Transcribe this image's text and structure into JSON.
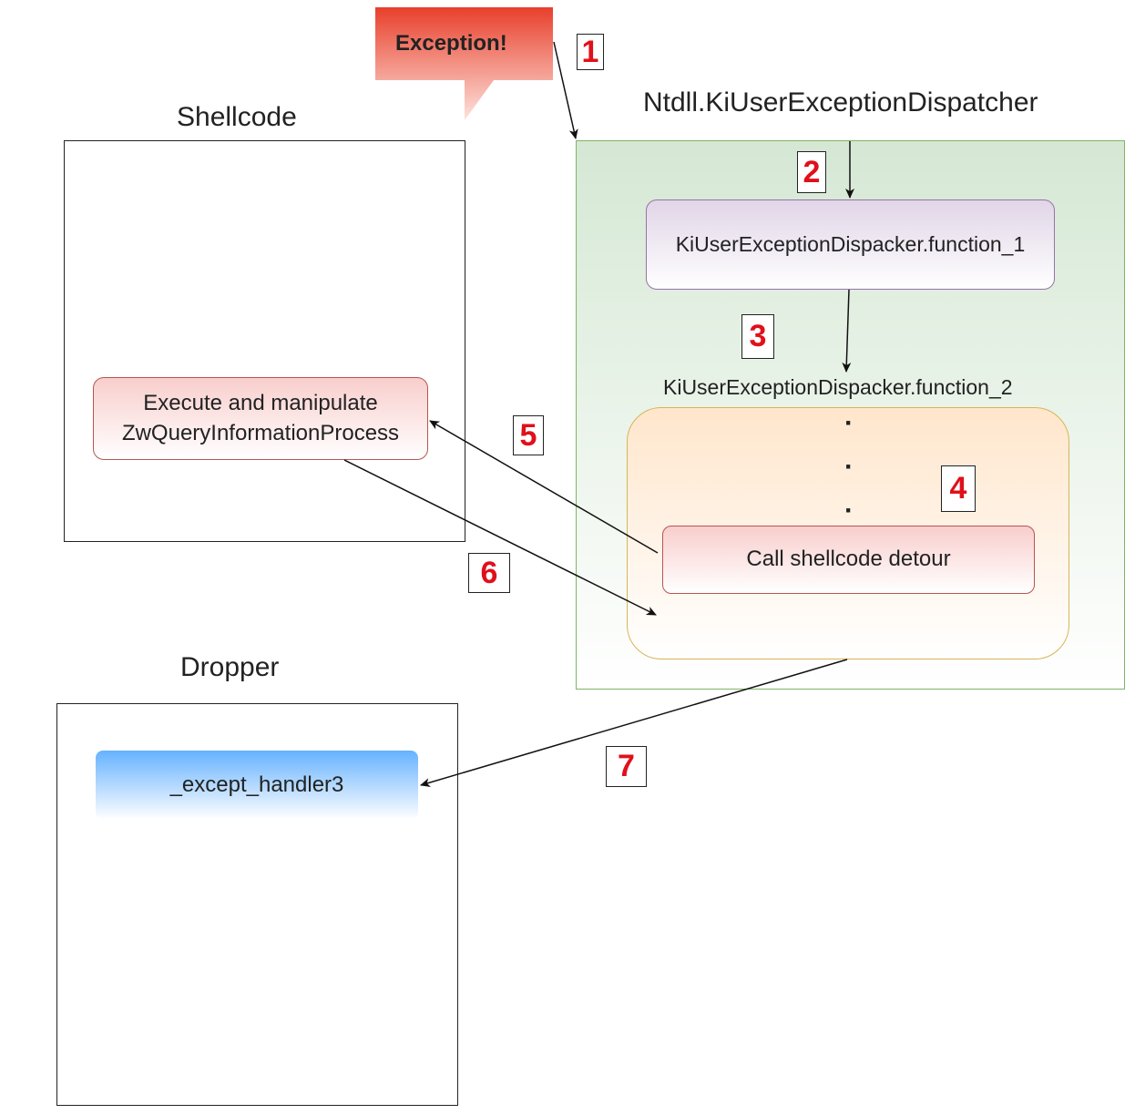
{
  "callout": {
    "text": "Exception!"
  },
  "shellcode": {
    "title": "Shellcode",
    "manipulate_box": [
      "Execute and manipulate",
      "ZwQueryInformationProcess"
    ]
  },
  "dispatcher": {
    "title": "Ntdll.KiUserExceptionDispatcher",
    "function_1": "KiUserExceptionDispacker.function_1",
    "function_2": "KiUserExceptionDispacker.function_2",
    "ellipsis": [
      "·",
      "·",
      "·"
    ],
    "detour": "Call shellcode detour"
  },
  "dropper": {
    "title": "Dropper",
    "handler": "_except_handler3"
  },
  "steps": [
    "1",
    "2",
    "3",
    "4",
    "5",
    "6",
    "7"
  ],
  "colors": {
    "callout_top": "#e8402c",
    "callout_bottom": "#fddcd6",
    "dispatcher_top": "#d5e8d4",
    "dispatcher_border": "#82b366",
    "func1_top": "#e1d5e7",
    "func1_border": "#9673a6",
    "func2_top": "#ffe6cc",
    "func2_border": "#d6b656",
    "red_box_top": "#f8cecc",
    "red_box_border": "#b85450",
    "handler_top": "#66b2ff",
    "step_number": "#e0101a"
  }
}
